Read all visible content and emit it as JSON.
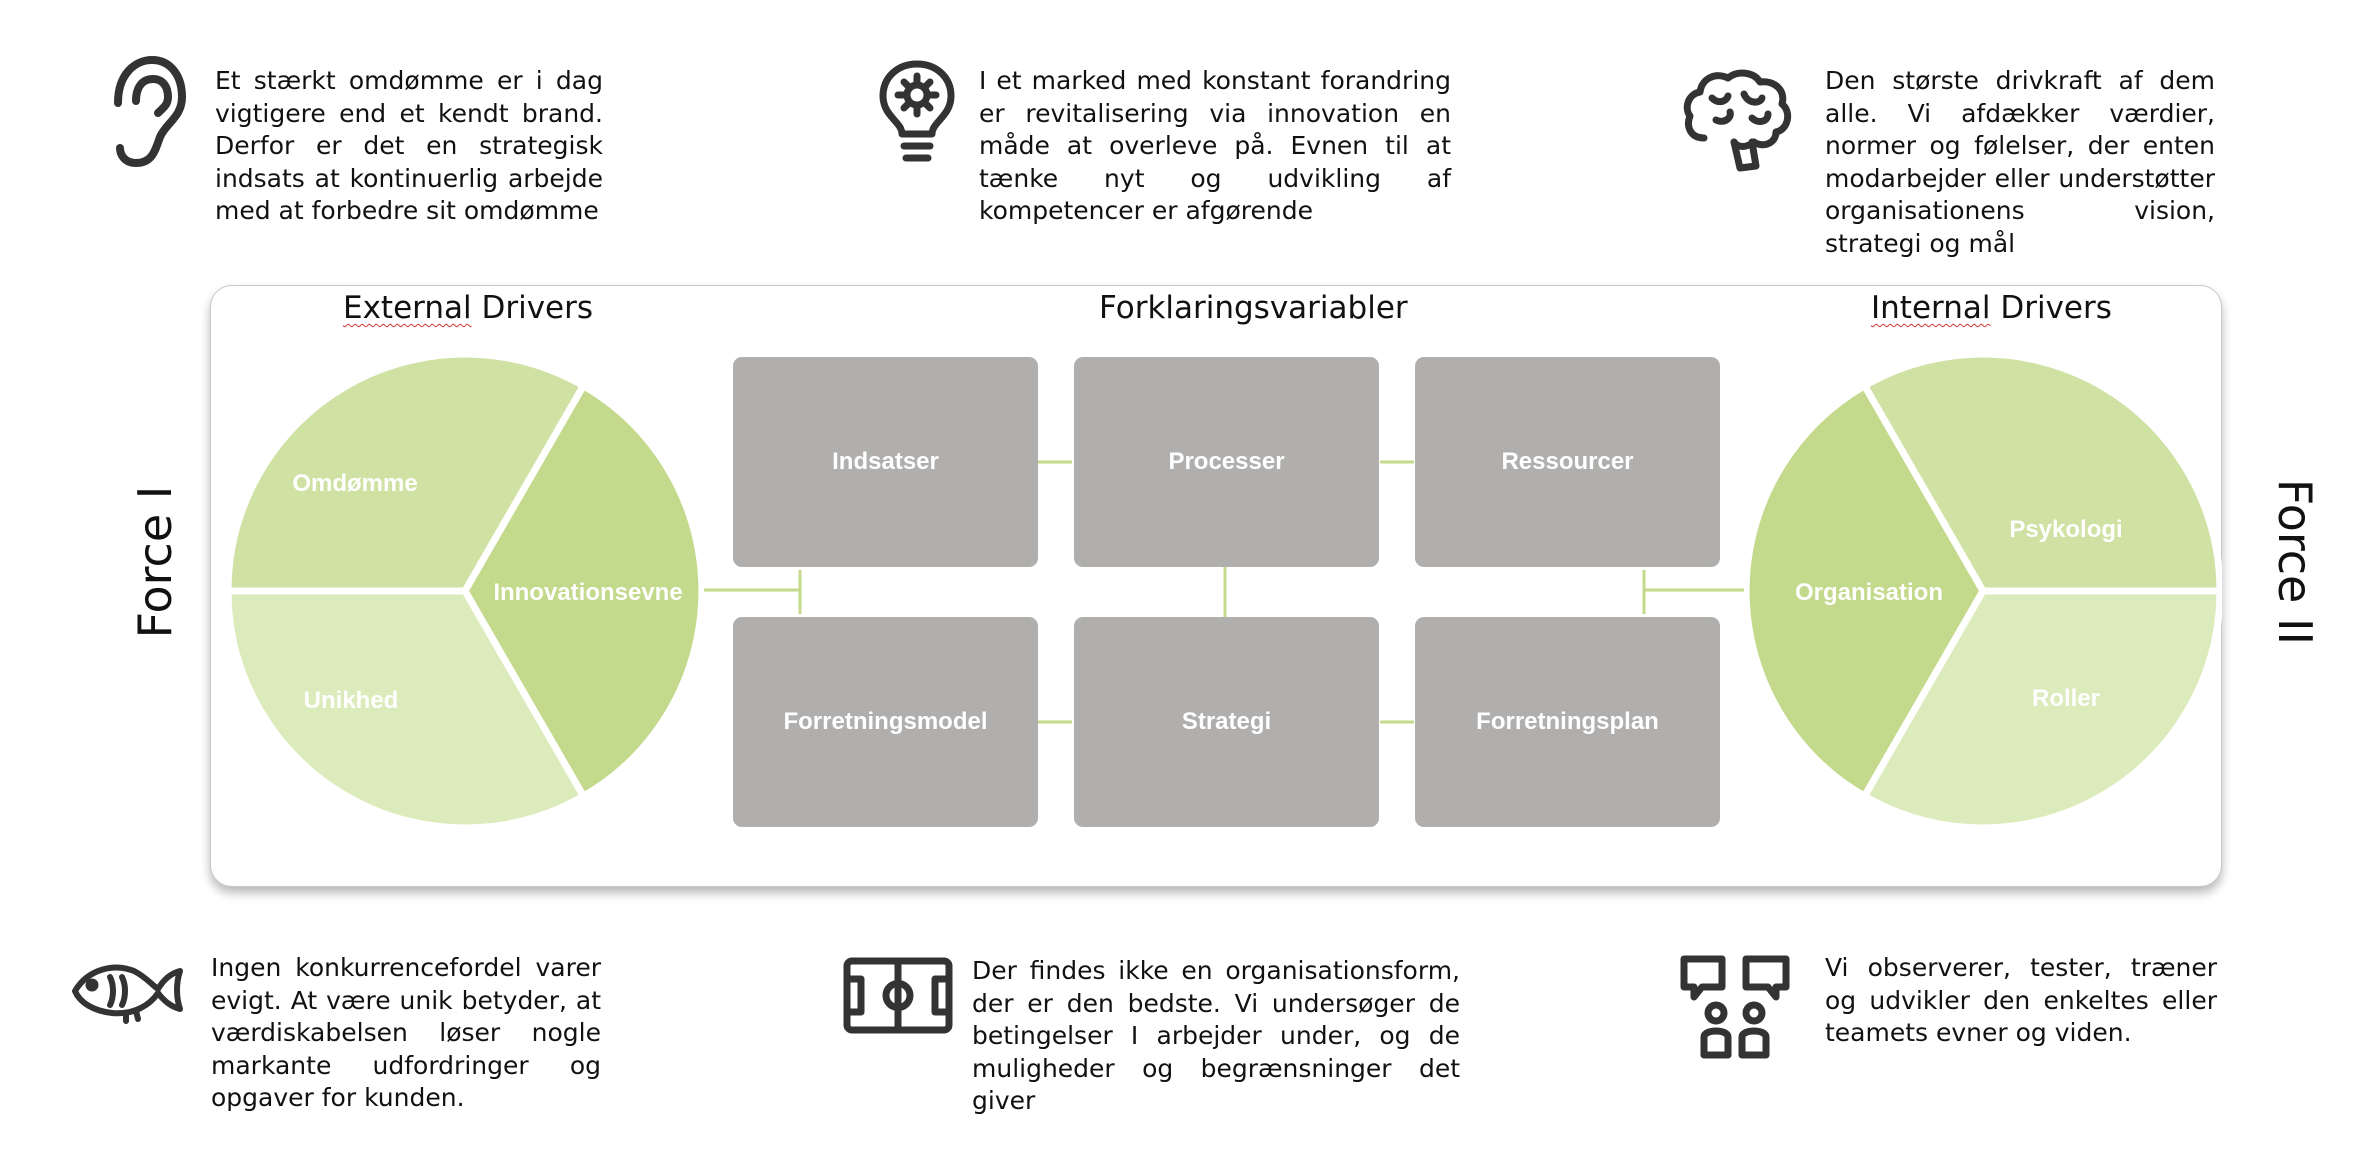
{
  "texts": {
    "reputation": "Et stærkt omdømme er i dag vigtigere end et kendt brand. Derfor er det en strategisk indsats at kontinuerlig arbejde med at forbedre sit omdømme",
    "innovation": "I et marked med konstant forandring er revitalisering via innovation en måde at overleve på. Evnen til at tænke nyt og udvikling af kompetencer er afgørende",
    "psychology": "Den største drivkraft af dem alle. Vi afdækker værdier, normer og følelser, der enten modarbejder eller understøtter organisationens vision, strategi og mål",
    "uniqueness": "Ingen konkurrencefordel varer evigt. At være unik betyder, at værdiskabelsen løser nogle markante udfordringer og opgaver for kunden.",
    "organisation": "Der findes ikke en organisationsform, der er den bedste. Vi undersøger de betingelser I arbejder under, og de muligheder og begrænsninger det giver",
    "roles": "Vi observerer, tester, træner og udvikler den enkeltes eller teamets evner og viden."
  },
  "icons": {
    "reputation": "ear-icon",
    "innovation": "lightbulb-gear-icon",
    "psychology": "brain-icon",
    "uniqueness": "fish-icon",
    "organisation": "football-field-icon",
    "roles": "people-speech-bubbles-icon"
  },
  "diagram": {
    "external_heading_a": "External",
    "external_heading_b": " Drivers",
    "center_heading": "Forklaringsvariabler",
    "internal_heading_a": "Internal",
    "internal_heading_b": " Drivers",
    "force_left": "Force I",
    "force_right": "Force II",
    "external_segments": [
      "Omdømme",
      "Innovationsevne",
      "Unikhed"
    ],
    "internal_segments": [
      "Psykologi",
      "Organisation",
      "Roller"
    ],
    "boxes_top": [
      "Indsatser",
      "Processer",
      "Ressourcer"
    ],
    "boxes_bottom": [
      "Forretningsmodel",
      "Strategi",
      "Forretningsplan"
    ]
  },
  "colors": {
    "green_light": "#cfe2a4",
    "green_mid": "#c3d98b",
    "green_pale": "#dcebbb",
    "box_gray": "#b0afad",
    "connector": "#c3d98b",
    "icon": "#333333"
  }
}
